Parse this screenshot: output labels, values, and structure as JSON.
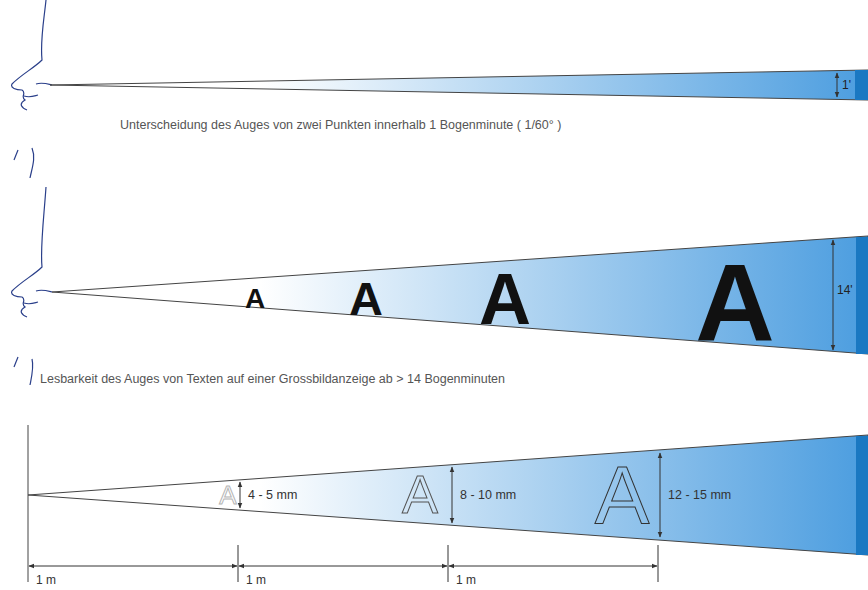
{
  "diagram": {
    "labels": [
      "1'",
      "Unterscheidung des Auges von zwei Punkten innerhalb 1 Bogenminute ( 1/60° )",
      "A",
      "A",
      "A",
      "A",
      "14'",
      "Lesbarkeit des Auges von Texten auf einer Grossbildanzeige ab > 14 Bogenminuten",
      "A",
      "A",
      "A",
      "4 - 5 mm",
      "8 - 10 mm",
      "12 - 15 mm",
      "1 m",
      "1 m",
      "1 m"
    ]
  }
}
